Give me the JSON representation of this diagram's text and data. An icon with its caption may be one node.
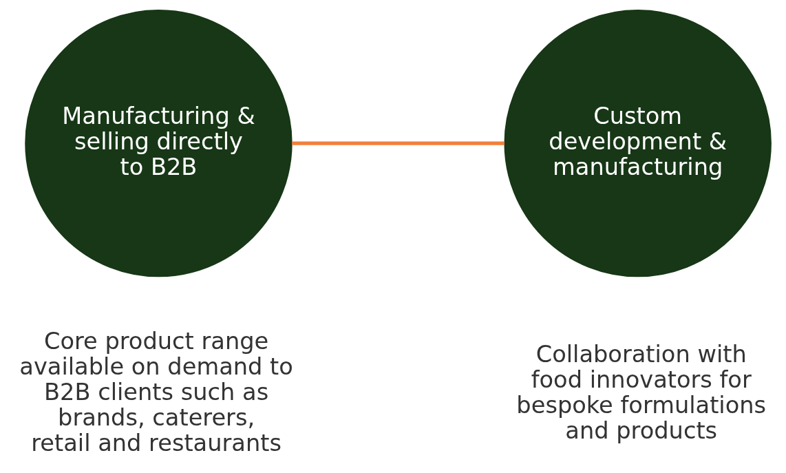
{
  "diagram": {
    "nodes": [
      {
        "text": [
          "Manufacturing & selling directly to B2B"
        ],
        "beside": [
          "Core product range available on demand to B2B clients such as brands, caterers, retail and restaurants"
        ]
      },
      {
        "text": [
          "Custom development & manufacturing"
        ],
        "beside": [
          "Collaboration with food innovators for bespoke formulations and products"
        ]
      }
    ],
    "edges": [
      {
        "from": 0,
        "to": 1,
        "arrow": "none",
        "color": "#f07f3a"
      }
    ]
  }
}
